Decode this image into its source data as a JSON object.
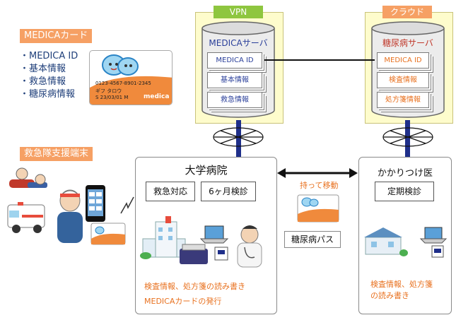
{
  "card_section": {
    "title": "MEDICAカード",
    "items": [
      "・MEDICA ID",
      "・基本情報",
      "・救急情報",
      "・糖尿病情報"
    ],
    "card_number": "0123-4567-8901-2345",
    "card_name": "ギフ タロウ",
    "card_date": "S 23/03/01 M",
    "card_logo": "medica"
  },
  "ems": {
    "title": "救急隊支援端末"
  },
  "vpn": {
    "label": "VPN",
    "server_title": "MEDICAサーバ",
    "docs": [
      "MEDICA ID",
      "基本情報",
      "救急情報"
    ]
  },
  "cloud": {
    "label": "クラウド",
    "server_title": "糖尿病サーバ",
    "docs": [
      "MEDICA ID",
      "検査情報",
      "処方箋情報"
    ]
  },
  "university": {
    "title": "大学病院",
    "btn1": "救急対応",
    "btn2": "6ヶ月検診",
    "text1": "検査情報、処方箋の読み書き",
    "text2": "MEDICAカードの発行"
  },
  "family": {
    "title": "かかりつけ医",
    "btn1": "定期検診",
    "text1": "検査情報、処方箋",
    "text2": "の読み書き"
  },
  "middle": {
    "carry": "持って移動",
    "path": "糖尿病パス"
  },
  "colors": {
    "orange": "#f6a064",
    "green": "#8ec63f",
    "navy": "#1f2f8a",
    "yellow": "#fefccc"
  }
}
